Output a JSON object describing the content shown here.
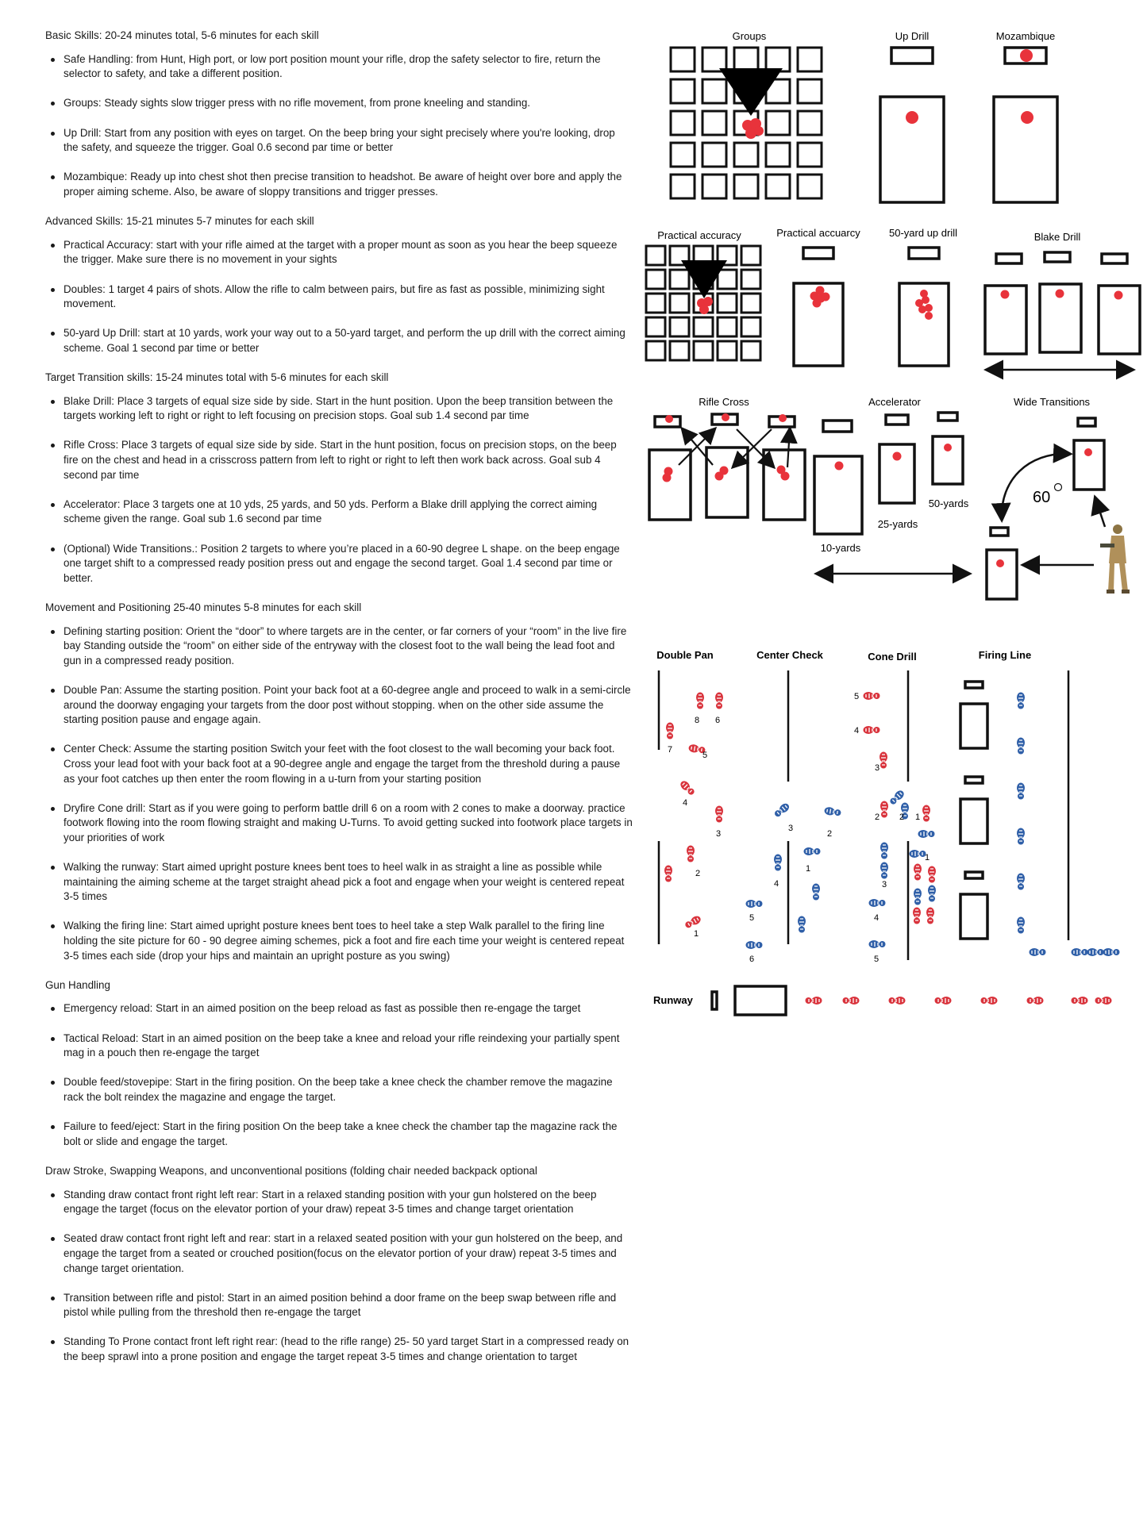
{
  "sections": [
    {
      "title": "Basic Skills: 20-24 minutes total, 5-6 minutes for each skill",
      "items": [
        "Safe Handling: from Hunt, High port, or low port position mount your rifle, drop the safety selector to fire, return the selector to safety, and take a different position.",
        "Groups: Steady sights slow trigger press with no rifle movement, from prone kneeling and standing.",
        "Up Drill: Start from any position with eyes on target. On the beep bring your sight precisely where you're looking, drop the safety, and squeeze the trigger. Goal 0.6 second par time or better",
        "Mozambique: Ready up into chest shot then precise transition to headshot. Be aware of height over bore and apply the proper aiming scheme. Also, be aware of sloppy transitions and trigger presses."
      ]
    },
    {
      "title": "Advanced Skills: 15-21 minutes 5-7 minutes for each skill",
      "items": [
        "Practical Accuracy: start with your rifle aimed at the target with a proper mount as soon as you hear the beep squeeze the trigger. Make sure there is no movement in your sights",
        "Doubles: 1 target 4 pairs of shots. Allow the rifle to calm between pairs, but fire as fast as possible, minimizing sight movement.",
        "50-yard Up Drill: start at 10 yards, work your way out to a 50-yard target, and perform the up drill with the correct aiming scheme. Goal 1 second par time or better"
      ]
    },
    {
      "title": "Target Transition skills: 15-24 minutes total with 5-6 minutes for each skill",
      "items": [
        "Blake Drill: Place 3 targets of equal size side by side. Start in the hunt position. Upon the beep transition between the targets working left to right or right to left focusing on precision stops. Goal sub 1.4 second par time",
        "Rifle Cross: Place 3 targets of equal size side by side. Start in the hunt position, focus on precision stops, on the beep fire on the chest and head in a crisscross pattern from left to right or right to left then work back across. Goal sub 4 second par time",
        "Accelerator: Place 3 targets one at 10 yds, 25 yards, and 50 yds. Perform a Blake drill applying the correct aiming scheme given the range. Goal sub 1.6 second par time",
        "(Optional) Wide Transitions.: Position 2 targets to where you’re placed in a 60-90 degree L shape. on the beep engage one target shift to a compressed ready position press out and engage the second target. Goal 1.4 second par time or better."
      ]
    },
    {
      "title": "Movement and Positioning 25-40 minutes 5-8 minutes for each skill",
      "items": [
        "Defining starting position: Orient the “door” to where targets are in the center, or far corners of your “room” in the live fire bay Standing outside the “room” on either side of the entryway with the closest foot to the wall being the lead foot and gun in a compressed ready position.",
        "Double Pan: Assume the starting position. Point your back foot at a 60-degree angle and proceed to walk in a semi-circle around the doorway engaging your targets from the door post without stopping. when on the other side assume the starting position pause and engage again.",
        "Center Check: Assume the starting position Switch your feet with the foot closest to the wall becoming your back foot. Cross your lead foot with your back foot at a 90-degree angle and engage the target from the threshold during a pause as your foot catches up then enter the room flowing in a u-turn from your starting position",
        "Dryfire Cone drill: Start as if you were going to perform battle drill 6 on a room with 2 cones to make a doorway. practice footwork flowing into the room flowing straight and making U-Turns. To avoid getting sucked into footwork place targets in your priorities of work",
        "Walking the runway: Start aimed upright posture knees bent toes to heel walk in as straight a line as possible while maintaining the aiming scheme at the target straight ahead pick a foot and engage when your weight is centered repeat 3-5 times",
        "Walking the firing line: Start aimed upright posture knees bent toes to heel take a step Walk parallel to the firing line holding the site picture for 60 - 90 degree aiming schemes, pick a foot and fire each time your weight is centered repeat 3-5 times each side (drop your hips and maintain an upright posture as you swing)"
      ]
    },
    {
      "title": "Gun Handling",
      "items": [
        "Emergency reload: Start in an aimed position on the beep reload as fast as possible then re-engage the target",
        "Tactical Reload: Start in an aimed position on the beep take a knee and reload your rifle reindexing your partially spent mag in a pouch then re-engage the target",
        "Double feed/stovepipe: Start in the firing position. On the beep take a knee check the chamber remove the magazine rack the bolt reindex the magazine and engage the target.",
        "Failure to feed/eject: Start in the firing position On the beep take a knee check the chamber tap the magazine rack the bolt or slide and engage the target."
      ]
    },
    {
      "title": "Draw Stroke, Swapping Weapons, and unconventional positions (folding chair needed backpack optional",
      "items": [
        "Standing draw contact front right left rear: Start in a relaxed standing position with your gun holstered on the beep engage the target (focus on the elevator portion of your draw) repeat 3-5 times and change target orientation",
        "Seated draw contact front right left and rear: start in a relaxed seated position with your gun holstered on the beep, and engage the target from a seated or crouched position(focus on the elevator portion of your draw) repeat 3-5 times and change target orientation.",
        "Transition between rifle and pistol: Start in an aimed position behind a door frame on the beep swap between rifle and pistol while pulling from the threshold then re-engage the target",
        "Standing To Prone contact front left right rear: (head to the rifle range) 25- 50 yard target Start in a compressed ready on the beep sprawl into a prone position and engage the target repeat 3-5 times and change orientation to target"
      ]
    }
  ],
  "diagrams": {
    "groups": "Groups",
    "up_drill": "Up Drill",
    "mozambique": "Mozambique",
    "practical_accuracy_grid": "Practical accuracy",
    "practical_accuracy": "Practical accuarcy",
    "up_drill_50": "50-yard up drill",
    "blake_drill": "Blake Drill",
    "rifle_cross": "Rifle Cross",
    "accelerator": "Accelerator",
    "wide_transitions": "Wide Transitions",
    "yards_50": "50-yards",
    "yards_25": "25-yards",
    "yards_10": "10-yards",
    "angle": "60",
    "double_pan": "Double Pan",
    "center_check": "Center Check",
    "cone_drill": "Cone Drill",
    "firing_line": "Firing Line",
    "runway": "Runway",
    "step_numbers": {
      "dp": [
        "8",
        "6",
        "7",
        "5",
        "4",
        "3",
        "2",
        "1"
      ],
      "cc": [
        "3",
        "2",
        "1",
        "4",
        "5",
        "6"
      ],
      "cd": [
        "5",
        "4",
        "3",
        "2",
        "2",
        "1",
        "1",
        "3",
        "4",
        "5"
      ]
    }
  },
  "colors": {
    "text": "#1a1a1a",
    "hit": "#e8333b",
    "foot_red": "#d9333c",
    "foot_blue": "#2f5fa8",
    "soldier": "#b0905a"
  }
}
